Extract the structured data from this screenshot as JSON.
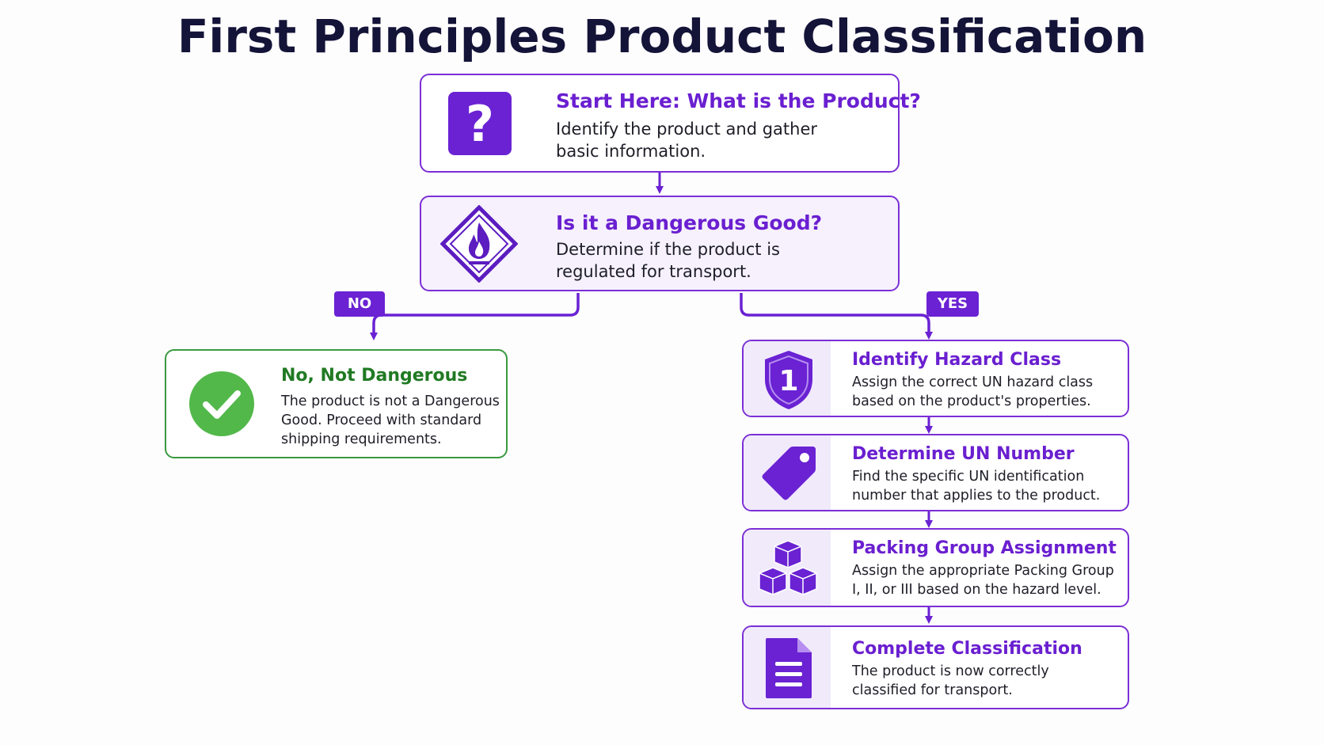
{
  "title": "First Principles Product Classification",
  "colors": {
    "accent": "#6a1fd0",
    "border": "#7b2fd6",
    "success": "#3a9a3f",
    "success_icon": "#52b84a",
    "title": "#141338"
  },
  "start": {
    "icon": "question-mark-icon",
    "heading": "Start Here: What is the Product?",
    "desc_line1": "Identify the product and gather",
    "desc_line2": "basic information."
  },
  "decision": {
    "icon": "flammable-hazard-diamond-icon",
    "heading": "Is it a Dangerous Good?",
    "desc_line1": "Determine if the product is",
    "desc_line2": "regulated for transport."
  },
  "branches": {
    "no_label": "NO",
    "yes_label": "YES"
  },
  "not_dangerous": {
    "icon": "check-circle-icon",
    "heading": "No, Not Dangerous",
    "desc_line1": "The product is not a Dangerous",
    "desc_line2": "Good. Proceed with standard",
    "desc_line3": "shipping requirements."
  },
  "steps": [
    {
      "icon": "shield-number-one-icon",
      "icon_text": "1",
      "heading": "Identify Hazard Class",
      "desc_line1": "Assign the correct UN hazard class",
      "desc_line2": "based on the product's properties."
    },
    {
      "icon": "tag-icon",
      "heading": "Determine UN Number",
      "desc_line1": "Find the specific UN identification",
      "desc_line2": "number that applies to the product."
    },
    {
      "icon": "stacked-boxes-icon",
      "heading": "Packing Group Assignment",
      "desc_line1": "Assign the appropriate Packing Group",
      "desc_line2": "I, II, or III based on the hazard level."
    },
    {
      "icon": "document-icon",
      "heading": "Complete Classification",
      "desc_line1": "The product is now correctly",
      "desc_line2": "classified for transport."
    }
  ]
}
